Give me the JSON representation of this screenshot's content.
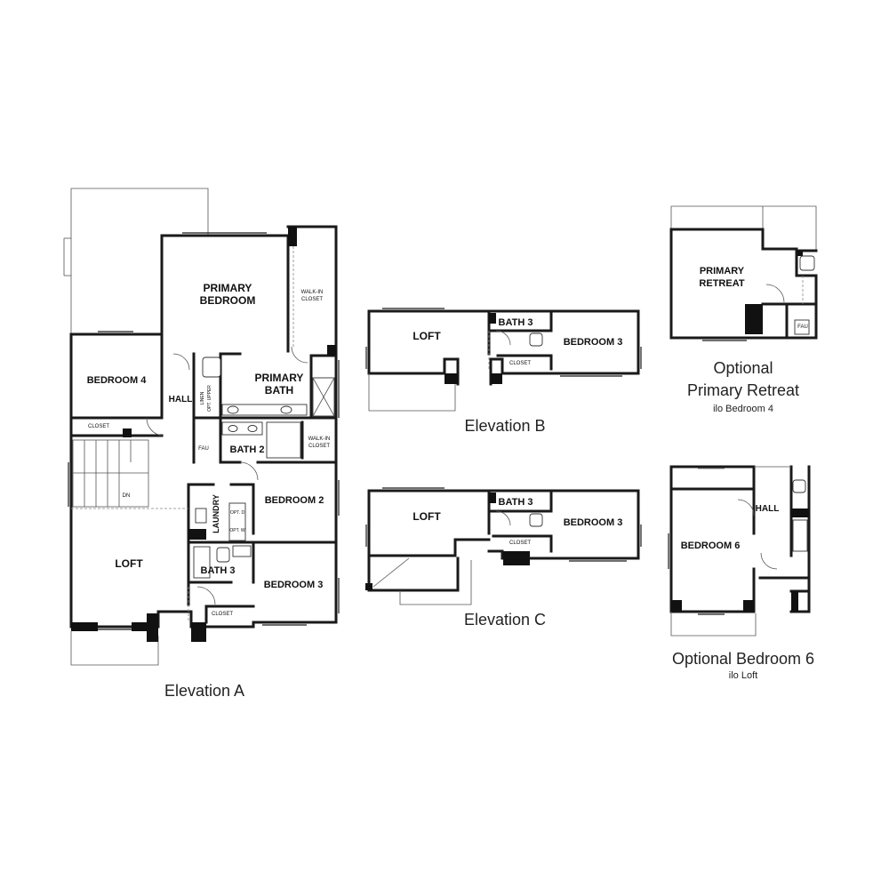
{
  "elevation_a": {
    "caption": "Elevation A",
    "rooms": {
      "primary_bedroom_1": "PRIMARY",
      "primary_bedroom_2": "BEDROOM",
      "walk_in_closet_1": "WALK-IN",
      "walk_in_closet_2": "CLOSET",
      "bedroom_4": "BEDROOM 4",
      "hall": "HALL",
      "linen": "LINEN",
      "opt_upper": "OPT. UPPER",
      "primary_bath_1": "PRIMARY",
      "primary_bath_2": "BATH",
      "closet_bed4": "CLOSET",
      "fau": "FAU",
      "bath_2": "BATH 2",
      "walk_in_closet_b_1": "WALK-IN",
      "walk_in_closet_b_2": "CLOSET",
      "dn": "DN",
      "laundry": "LAUNDRY",
      "opt_d": "OPT. D",
      "opt_w": "OPT. W",
      "bedroom_2": "BEDROOM 2",
      "loft": "LOFT",
      "bath_3": "BATH 3",
      "bedroom_3": "BEDROOM 3",
      "closet_bed3": "CLOSET"
    }
  },
  "elevation_b": {
    "caption": "Elevation B",
    "rooms": {
      "loft": "LOFT",
      "bath_3": "BATH 3",
      "bedroom_3": "BEDROOM 3",
      "closet": "CLOSET"
    }
  },
  "elevation_c": {
    "caption": "Elevation C",
    "rooms": {
      "loft": "LOFT",
      "bath_3": "BATH 3",
      "bedroom_3": "BEDROOM 3",
      "closet": "CLOSET"
    }
  },
  "optional_primary_retreat": {
    "caption_line1": "Optional",
    "caption_line2": "Primary Retreat",
    "subcaption": "ilo Bedroom 4",
    "rooms": {
      "primary_1": "PRIMARY",
      "primary_2": "RETREAT",
      "fau": "FAU"
    }
  },
  "optional_bedroom_6": {
    "caption": "Optional Bedroom 6",
    "subcaption": "ilo Loft",
    "rooms": {
      "bedroom_6": "BEDROOM 6",
      "hall": "HALL"
    }
  }
}
